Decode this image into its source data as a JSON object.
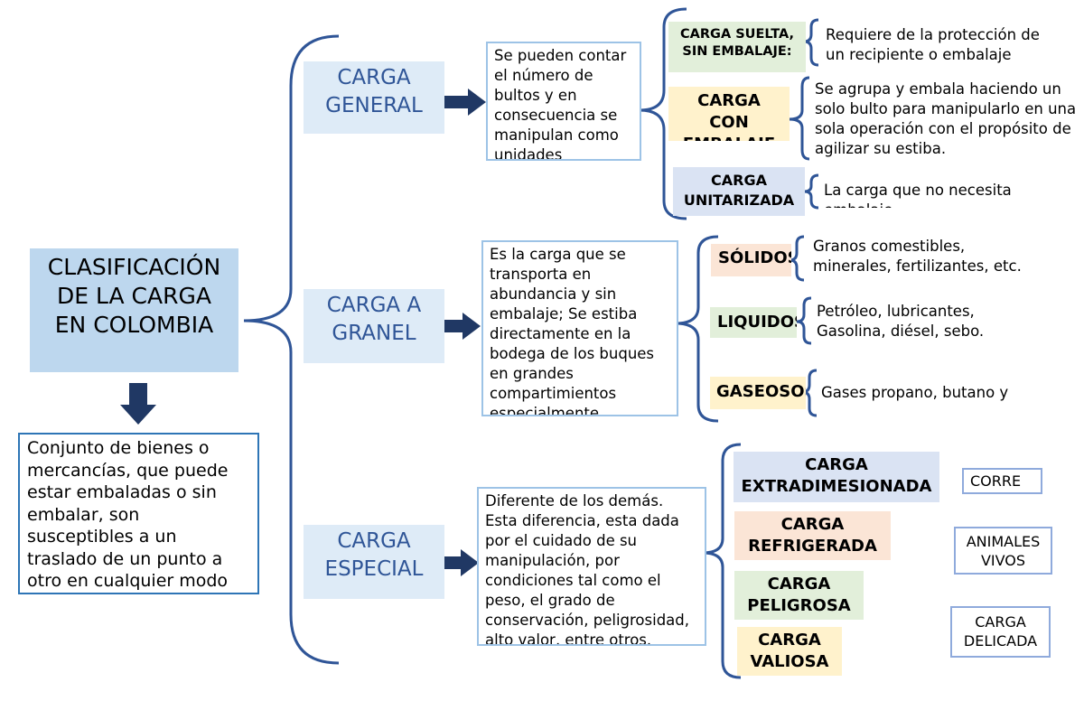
{
  "main": {
    "title": [
      "CLASIFICACIÓN",
      "DE LA CARGA",
      "EN COLOMBIA"
    ],
    "definition": "Conjunto de bienes o mercancías, que puede estar embaladas o sin embalar, son susceptibles a un traslado de un punto a otro en cualquier modo"
  },
  "general": {
    "title": [
      "CARGA",
      "GENERAL"
    ],
    "description": "Se pueden contar el número de bultos y en consecuencia se manipulan como unidades",
    "types": [
      {
        "label": "CARGA SUELTA, SIN EMBALAJE:",
        "detail": "Requiere de la protección de un recipiente o embalaje"
      },
      {
        "label": "CARGA CON EMBALAJE",
        "detail": "Se agrupa y embala haciendo un solo bulto para manipularlo en una sola operación con el propósito de agilizar su estiba."
      },
      {
        "label": "CARGA UNITARIZADA",
        "detail": "La carga que no necesita embalaje"
      }
    ]
  },
  "granel": {
    "title": [
      "CARGA A",
      "GRANEL"
    ],
    "description": "Es la carga que se transporta en abundancia y sin embalaje; Se estiba directamente en la bodega de los buques en grandes compartimientos especialmente",
    "types": [
      {
        "label": "SÓLIDOS",
        "detail": "Granos comestibles, minerales, fertilizantes, etc."
      },
      {
        "label": "LIQUIDOS",
        "detail": "Petróleo, lubricantes, Gasolina, diésel, sebo."
      },
      {
        "label": "GASEOSOS",
        "detail": "Gases propano, butano y"
      }
    ]
  },
  "especial": {
    "title": [
      "CARGA",
      "ESPECIAL"
    ],
    "description": "Diferente de los demás. Esta diferencia, esta dada por el cuidado de su manipulación, por condiciones tal como el peso, el grado de conservación, peligrosidad, alto valor, entre otros.",
    "types": [
      "CARGA EXTRADIMESIONADA",
      "CARGA REFRIGERADA",
      "CARGA PELIGROSA",
      "CARGA VALIOSA"
    ],
    "examples": [
      "CORRE",
      "ANIMALES VIVOS",
      "CARGA DELICADA"
    ]
  },
  "colors": {
    "bracket": "#2f5597",
    "arrow": "#203864"
  }
}
